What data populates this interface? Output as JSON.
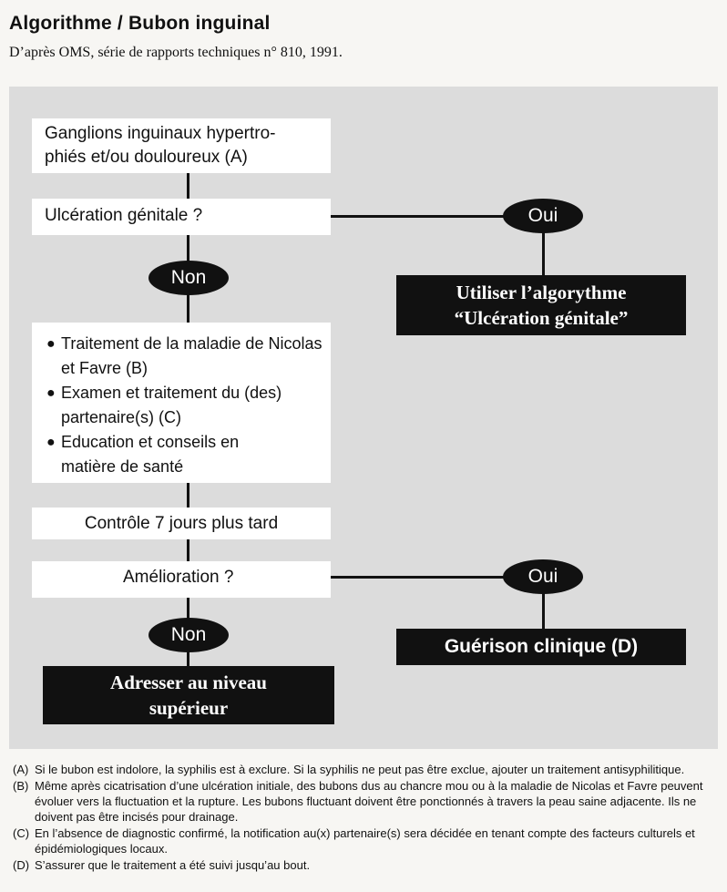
{
  "header": {
    "title": "Algorithme / Bubon inguinal",
    "subtitle": "D’après OMS, série de rapports techniques n° 810, 1991."
  },
  "flow": {
    "box_ganglions": [
      "Ganglions inguinaux hypertro-",
      "phiés et/ou douloureux (A)"
    ],
    "box_ulceration": "Ulcération génitale ?",
    "oui_1": "Oui",
    "non_1": "Non",
    "box_utiliser": [
      "Utiliser l’algorythme",
      "“Ulcération génitale”"
    ],
    "treatments": [
      [
        "Traitement de la maladie de Nicolas",
        "et Favre (B)"
      ],
      [
        "Examen et traitement du (des)",
        "partenaire(s) (C)"
      ],
      [
        "Education et conseils en",
        "matière de santé"
      ]
    ],
    "box_controle": "Contrôle 7 jours plus tard",
    "box_amelioration": "Amélioration ?",
    "oui_2": "Oui",
    "non_2": "Non",
    "box_guerison": "Guérison clinique (D)",
    "box_adresser": [
      "Adresser au niveau",
      "supérieur"
    ]
  },
  "notes": [
    {
      "label": "(A)",
      "text": "Si le bubon est indolore, la syphilis est à exclure. Si la syphilis ne peut pas être exclue, ajouter un traitement antisyphilitique."
    },
    {
      "label": "(B)",
      "text": "Même après cicatrisation d’une ulcération initiale, des bubons dus au chancre mou ou à la maladie de Nicolas et Favre peuvent évoluer vers la fluctuation et la rupture. Les bubons fluctuant doivent être ponctionnés à travers la peau saine adjacente. Ils ne doivent pas être incisés pour drainage."
    },
    {
      "label": "(C)",
      "text": "En l’absence de diagnostic confirmé, la notification au(x) partenaire(s) sera décidée en tenant compte des facteurs culturels et épidémiologiques locaux."
    },
    {
      "label": "(D)",
      "text": "S’assurer que le traitement a été suivi jusqu’au bout."
    }
  ]
}
